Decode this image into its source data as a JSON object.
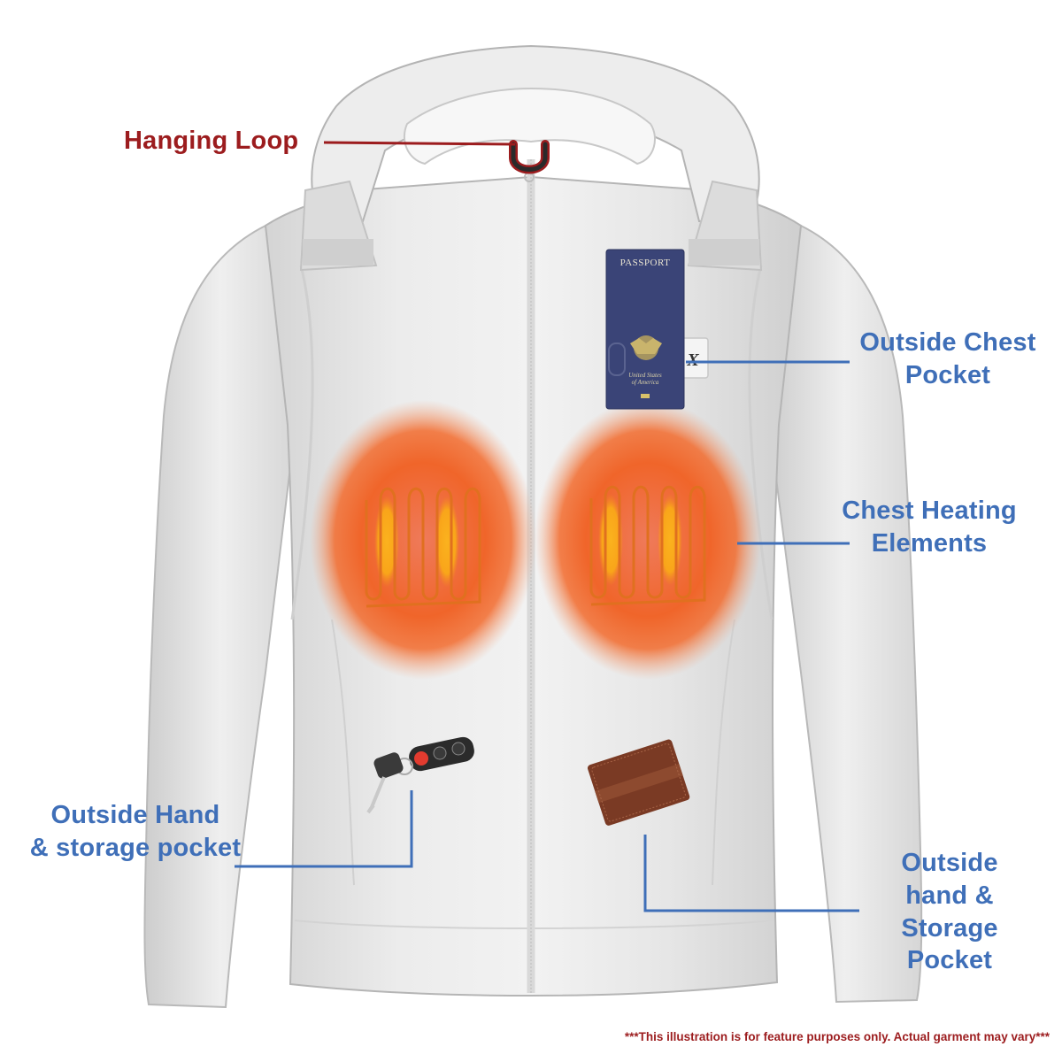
{
  "diagram": {
    "subject": "white heated hooded jacket (front view)",
    "callouts": [
      {
        "id": "hanging-loop",
        "text": "Hanging Loop",
        "color": "#9c1c1e"
      },
      {
        "id": "chest-pocket",
        "line1": "Outside Chest",
        "line2": "Pocket",
        "color": "#3f6fb8"
      },
      {
        "id": "heating",
        "line1": "Chest Heating",
        "line2": "Elements",
        "color": "#3f6fb8"
      },
      {
        "id": "left-pocket",
        "line1": "Outside Hand",
        "line2": "& storage pocket",
        "color": "#3f6fb8"
      },
      {
        "id": "right-pocket",
        "line1": "Outside",
        "line2": "hand &",
        "line3": "Storage",
        "line4": "Pocket",
        "color": "#3f6fb8"
      }
    ],
    "props": {
      "passport_title": "PASSPORT",
      "passport_country_line1": "United States",
      "passport_country_line2": "of America",
      "items": [
        "passport-icon",
        "car-key-fob-icon",
        "wallet-icon",
        "heating-coil-icon"
      ]
    },
    "disclaimer": "***This illustration is for feature purposes only.  Actual garment may vary***"
  },
  "colors": {
    "callout_blue": "#3f6fb8",
    "callout_red": "#9c1c1e",
    "heat_orange": "#f0652a",
    "heat_yellow": "#f9a51a",
    "jacket": "#e8e8e8",
    "passport_blue": "#3a4477",
    "wallet_brown": "#7a3a24"
  }
}
